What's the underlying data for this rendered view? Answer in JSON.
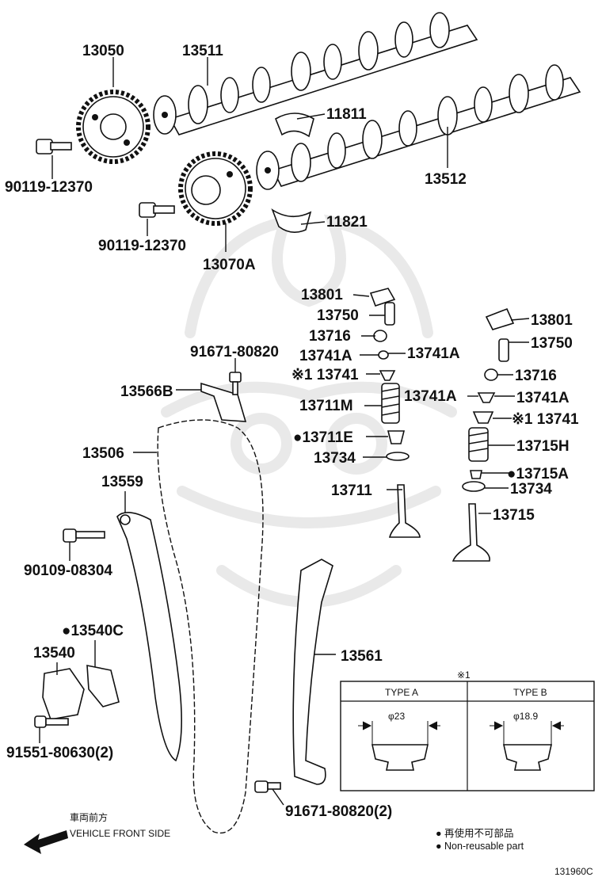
{
  "labels": {
    "p13050": "13050",
    "p13511": "13511",
    "p11811": "11811",
    "p13512": "13512",
    "p11821": "11821",
    "p90119a": "90119-12370",
    "p90119b": "90119-12370",
    "p13070A": "13070A",
    "p13801a": "13801",
    "p13750a": "13750",
    "p13716a": "13716",
    "p13741Aa": "13741A",
    "p13741Ab": "13741A",
    "p13741a": "※1 13741",
    "p13711M": "13711M",
    "p13711E": "●13711E",
    "p13734a": "13734",
    "p13711": "13711",
    "p13801b": "13801",
    "p13750b": "13750",
    "p13716b": "13716",
    "p13741Ac": "13741A",
    "p13741Ad": "13741A",
    "p13741b": "※1 13741",
    "p13715H": "13715H",
    "p13715A": "●13715A",
    "p13734b": "13734",
    "p13715": "13715",
    "p91671a": "91671-80820",
    "p13566B": "13566B",
    "p13506": "13506",
    "p13559": "13559",
    "p90109": "90109-08304",
    "p13540C": "●13540C",
    "p13540": "13540",
    "p91551": "91551-80630(2)",
    "p13561": "13561",
    "p91671b": "91671-80820(2)"
  },
  "type_table": {
    "note_mark": "※1",
    "type_a": "TYPE A",
    "type_b": "TYPE B",
    "dim_a": "φ23",
    "dim_b": "φ18.9"
  },
  "direction": {
    "jp": "車両前方",
    "en": "VEHICLE FRONT SIDE"
  },
  "legend": {
    "jp": "● 再使用不可部品",
    "en": "● Non-reusable part"
  },
  "diagram_id": "131960C"
}
